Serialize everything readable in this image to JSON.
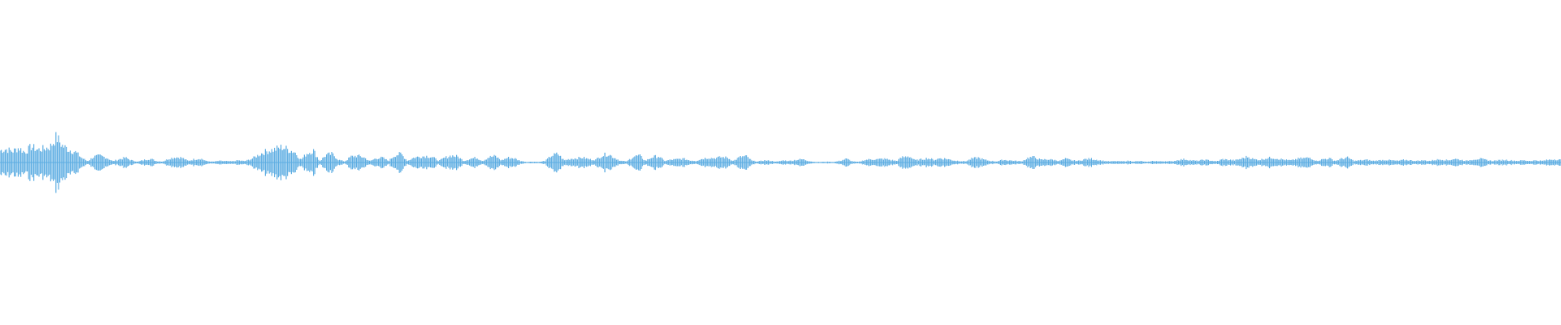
{
  "waveform": {
    "color": "#5dade2",
    "background": "#ffffff",
    "amplitude_envelope": [
      0.45,
      0.5,
      0.42,
      0.55,
      0.38,
      0.6,
      0.48,
      0.52,
      0.58,
      0.95,
      0.62,
      0.48,
      0.4,
      0.18,
      0.05,
      0.22,
      0.25,
      0.18,
      0.05,
      0.12,
      0.18,
      0.08,
      0.03,
      0.1,
      0.14,
      0.05,
      0.04,
      0.15,
      0.2,
      0.18,
      0.06,
      0.12,
      0.15,
      0.05,
      0.03,
      0.06,
      0.05,
      0.04,
      0.08,
      0.05,
      0.12,
      0.25,
      0.38,
      0.45,
      0.5,
      0.58,
      0.48,
      0.4,
      0.1,
      0.35,
      0.45,
      0.05,
      0.28,
      0.32,
      0.1,
      0.04,
      0.22,
      0.25,
      0.2,
      0.05,
      0.16,
      0.18,
      0.06,
      0.28,
      0.32,
      0.06,
      0.18,
      0.22,
      0.24,
      0.2,
      0.06,
      0.18,
      0.26,
      0.22,
      0.06,
      0.14,
      0.18,
      0.06,
      0.2,
      0.24,
      0.08,
      0.18,
      0.16,
      0.06,
      0.02,
      0.03,
      0.02,
      0.06,
      0.26,
      0.32,
      0.08,
      0.14,
      0.16,
      0.18,
      0.12,
      0.1,
      0.26,
      0.32,
      0.18,
      0.06,
      0.04,
      0.22,
      0.26,
      0.06,
      0.2,
      0.24,
      0.06,
      0.1,
      0.12,
      0.14,
      0.08,
      0.06,
      0.14,
      0.18,
      0.16,
      0.2,
      0.18,
      0.06,
      0.2,
      0.24,
      0.06,
      0.04,
      0.08,
      0.06,
      0.03,
      0.08,
      0.06,
      0.1,
      0.12,
      0.06,
      0.02,
      0.02,
      0.03,
      0.02,
      0.06,
      0.14,
      0.04,
      0.02,
      0.1,
      0.12,
      0.12,
      0.14,
      0.1,
      0.06,
      0.2,
      0.24,
      0.08,
      0.12,
      0.16,
      0.1,
      0.16,
      0.14,
      0.08,
      0.06,
      0.04,
      0.14,
      0.18,
      0.1,
      0.06,
      0.04,
      0.1,
      0.08,
      0.06,
      0.04,
      0.18,
      0.2,
      0.1,
      0.12,
      0.1,
      0.06,
      0.14,
      0.08,
      0.06,
      0.12,
      0.14,
      0.1,
      0.06,
      0.04,
      0.05,
      0.04,
      0.06,
      0.04,
      0.05,
      0.02,
      0.06,
      0.04,
      0.05,
      0.04,
      0.1,
      0.12,
      0.08,
      0.06,
      0.1,
      0.08,
      0.04,
      0.12,
      0.1,
      0.08,
      0.14,
      0.22,
      0.12,
      0.1,
      0.16,
      0.18,
      0.14,
      0.1,
      0.08,
      0.14,
      0.16,
      0.18,
      0.06,
      0.12,
      0.16,
      0.06,
      0.14,
      0.18,
      0.06,
      0.08,
      0.1,
      0.06,
      0.08,
      0.1,
      0.08,
      0.06,
      0.1,
      0.08,
      0.06,
      0.08,
      0.06,
      0.1,
      0.12,
      0.08,
      0.14,
      0.1,
      0.06,
      0.12,
      0.14,
      0.1,
      0.06,
      0.08,
      0.1,
      0.08,
      0.06,
      0.08,
      0.06,
      0.08,
      0.06,
      0.1,
      0.12,
      0.1
    ]
  }
}
